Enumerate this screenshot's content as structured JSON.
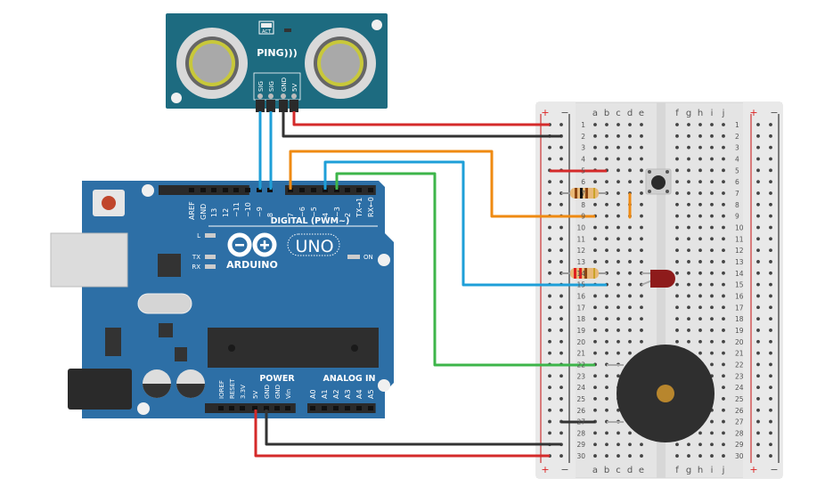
{
  "colors": {
    "board": "#2d6fa6",
    "sensor": "#1d6b80",
    "breadboard": "#e6e6e6",
    "wire_red": "#d42a2a",
    "wire_black": "#333333",
    "wire_blue": "#1e9fd8",
    "wire_orange": "#ef8a12",
    "wire_green": "#3db54a"
  },
  "sensor": {
    "name": "PING)))",
    "act_label": "ACT",
    "pins": [
      "SIG",
      "SIG",
      "GND",
      "5V"
    ]
  },
  "arduino": {
    "logo_text": "ARDUINO",
    "model": "UNO",
    "digital_label": "DIGITAL (PWM~)",
    "digital_pins": [
      "AREF",
      "GND",
      "13",
      "12",
      "~11",
      "~10",
      "~9",
      "8",
      "7",
      "~6",
      "~5",
      "4",
      "~3",
      "2",
      "TX→1",
      "RX←0"
    ],
    "power_label": "POWER",
    "power_pins": [
      "IOREF",
      "RESET",
      "3.3V",
      "5V",
      "GND",
      "GND",
      "Vin"
    ],
    "analog_label": "ANALOG IN",
    "analog_pins": [
      "A0",
      "A1",
      "A2",
      "A3",
      "A4",
      "A5"
    ],
    "leds": [
      "L",
      "TX",
      "RX",
      "ON"
    ]
  },
  "breadboard": {
    "left_columns": [
      "a",
      "b",
      "c",
      "d",
      "e"
    ],
    "right_columns": [
      "f",
      "g",
      "h",
      "i",
      "j"
    ],
    "rows": 30,
    "rail_plus": "+",
    "rail_minus": "−"
  }
}
